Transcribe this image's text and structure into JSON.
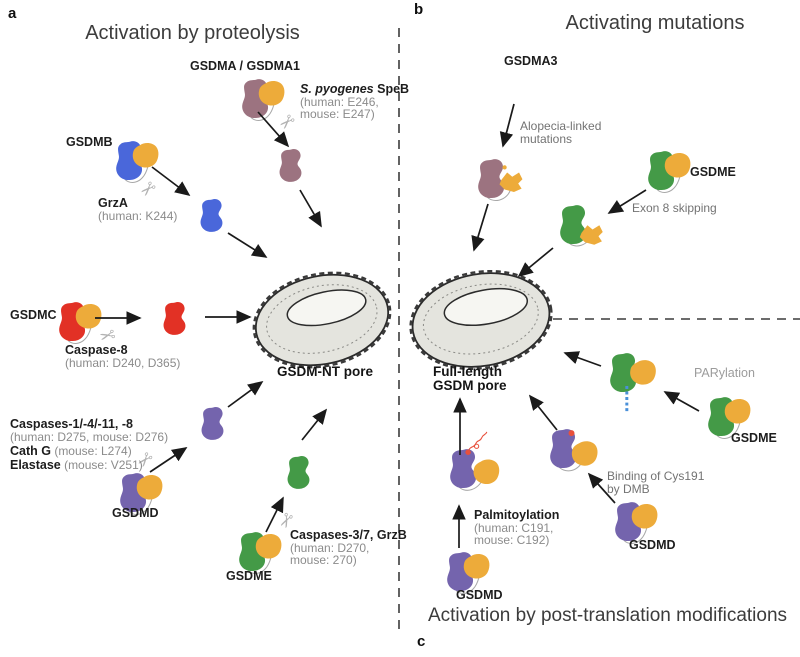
{
  "figure": {
    "panel_a_letter": "a",
    "panel_b_letter": "b",
    "panel_c_letter": "c",
    "title_a": "Activation by proteolysis",
    "title_b": "Activating mutations",
    "title_c": "Activation by post-translation modifications"
  },
  "panel_a": {
    "gsdma": "GSDMA / GSDMA1",
    "speb_species": "S. pyogenes",
    "speb_enzyme": " SpeB",
    "speb_line2": "(human: E246,",
    "speb_line3": "mouse: E247)",
    "gsdmb": "GSDMB",
    "grza": "GrzA",
    "grza_site": "(human: K244)",
    "gsdmc": "GSDMC",
    "caspase8": "Caspase-8",
    "caspase8_sites": "(human: D240, D365)",
    "caspases": "Caspases-1/-4/-11, -8",
    "caspases_sites": "(human: D275, mouse: D276)",
    "cathg": "Cath G",
    "cathg_site": " (mouse: L274)",
    "elastase": "Elastase",
    "elastase_site": " (mouse: V251)",
    "gsdmd": "GSDMD",
    "caspases37": "Caspases-3/7, GrzB",
    "caspases37_line2": "(human: D270,",
    "caspases37_line3": "mouse: 270)",
    "gsdme": "GSDME",
    "pore": "GSDM-NT pore"
  },
  "panel_b": {
    "gsdma3": "GSDMA3",
    "alopecia_line1": "Alopecia-linked",
    "alopecia_line2": "mutations",
    "gsdme": "GSDME",
    "exon8": "Exon 8 skipping",
    "pore_line1": "Full-length",
    "pore_line2": "GSDM pore"
  },
  "panel_c": {
    "parylation": "PARylation",
    "gsdme": "GSDME",
    "binding_line1": "Binding of Cys191",
    "binding_line2": "by DMB",
    "gsdmd_right": "GSDMD",
    "palmitoylation": "Palmitoylation",
    "palmitoylation_line2": "(human: C191,",
    "palmitoylation_line3": "mouse: C192)",
    "gsdmd_left": "GSDMD"
  },
  "icons": {
    "scissors": "✂"
  },
  "colors": {
    "gsdma": "#9c7380",
    "gsdmb": "#4a67da",
    "gsdmc": "#e23125",
    "gsdmd": "#7464ad",
    "gsdme": "#449a47",
    "ct_domain": "#edab3a",
    "par_chain": "#4a90d9",
    "palmitoyl": "#e8503c"
  }
}
